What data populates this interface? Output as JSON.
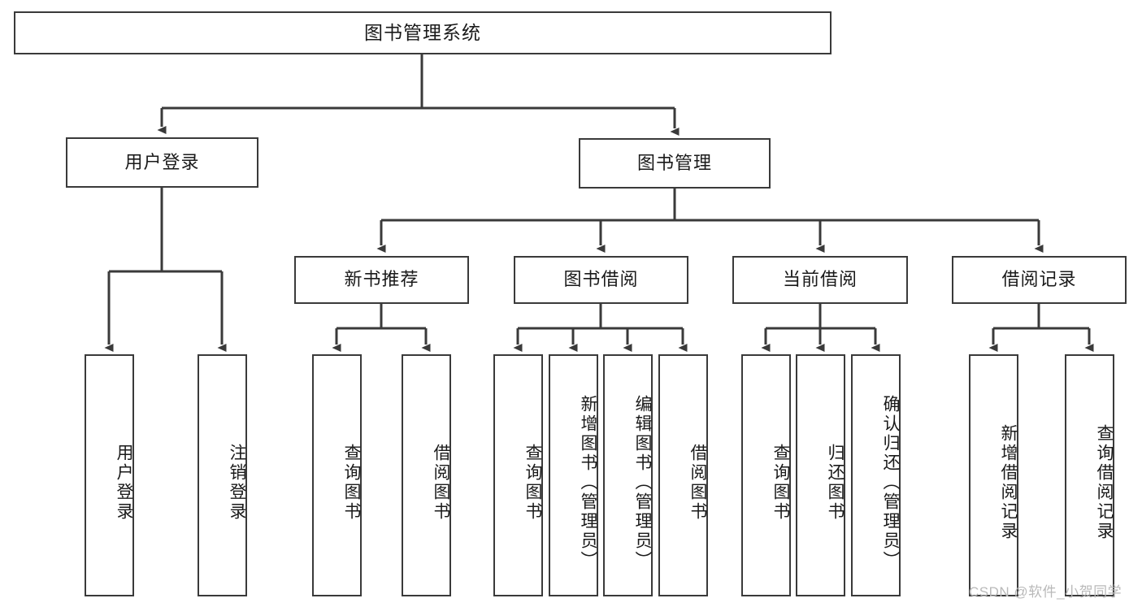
{
  "diagram": {
    "title": "图书管理系统",
    "type": "tree-hierarchy-chart",
    "root": {
      "id": "root",
      "label": "图书管理系统"
    },
    "level2": [
      {
        "id": "user-login",
        "label": "用户登录"
      },
      {
        "id": "book-manage",
        "label": "图书管理"
      }
    ],
    "level3": [
      {
        "id": "new-book-rec",
        "label": "新书推荐",
        "parent": "book-manage"
      },
      {
        "id": "book-borrow",
        "label": "图书借阅",
        "parent": "book-manage"
      },
      {
        "id": "current-borrow",
        "label": "当前借阅",
        "parent": "book-manage"
      },
      {
        "id": "borrow-record",
        "label": "借阅记录",
        "parent": "book-manage"
      }
    ],
    "leaves": [
      {
        "id": "leaf-user-login",
        "label": "用户登录",
        "parent": "user-login"
      },
      {
        "id": "leaf-user-logout",
        "label": "注销登录",
        "parent": "user-login"
      },
      {
        "id": "leaf-query-book-1",
        "label": "查询图书",
        "parent": "new-book-rec"
      },
      {
        "id": "leaf-borrow-book-1",
        "label": "借阅图书",
        "parent": "new-book-rec"
      },
      {
        "id": "leaf-query-book-2",
        "label": "查询图书",
        "parent": "book-borrow"
      },
      {
        "id": "leaf-add-book",
        "label": "新增图书（管理员）",
        "parent": "book-borrow"
      },
      {
        "id": "leaf-edit-book",
        "label": "编辑图书（管理员）",
        "parent": "book-borrow"
      },
      {
        "id": "leaf-borrow-book-2",
        "label": "借阅图书",
        "parent": "book-borrow"
      },
      {
        "id": "leaf-query-book-3",
        "label": "查询图书",
        "parent": "current-borrow"
      },
      {
        "id": "leaf-return-book",
        "label": "归还图书",
        "parent": "current-borrow"
      },
      {
        "id": "leaf-confirm-return",
        "label": "确认归还（管理员）",
        "parent": "current-borrow"
      },
      {
        "id": "leaf-add-record",
        "label": "新增借阅记录",
        "parent": "borrow-record"
      },
      {
        "id": "leaf-query-record",
        "label": "查询借阅记录",
        "parent": "borrow-record"
      }
    ]
  },
  "watermark": {
    "text": "CSDN @软件_小贺同学"
  },
  "colors": {
    "stroke": "#3a3a3a",
    "background": "#ffffff",
    "text": "#1a1a1a",
    "watermark": "#b9b9b9"
  }
}
